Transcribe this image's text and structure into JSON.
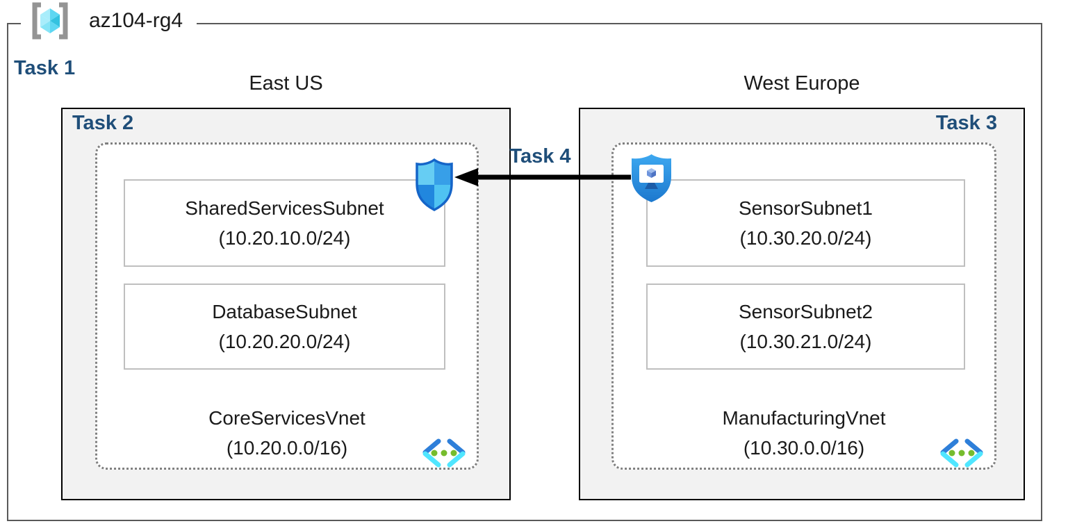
{
  "resource_group": {
    "name": "az104-rg4",
    "task_label": "Task 1",
    "icon": "resource-group-icon"
  },
  "regions": [
    {
      "name": "East US",
      "task_label": "Task 2",
      "vnet": {
        "name": "CoreServicesVnet",
        "address_space": "(10.20.0.0/16)",
        "icon": "virtual-network-icon",
        "attached_icon": "network-security-shield-icon",
        "subnets": [
          {
            "name": "SharedServicesSubnet",
            "address_range": "(10.20.10.0/24)"
          },
          {
            "name": "DatabaseSubnet",
            "address_range": "(10.20.20.0/24)"
          }
        ]
      }
    },
    {
      "name": "West Europe",
      "task_label": "Task 3",
      "vnet": {
        "name": "ManufacturingVnet",
        "address_space": "(10.30.0.0/16)",
        "icon": "virtual-network-icon",
        "attached_icon": "shielded-virtual-machine-icon",
        "subnets": [
          {
            "name": "SensorSubnet1",
            "address_range": "(10.30.20.0/24)"
          },
          {
            "name": "SensorSubnet2",
            "address_range": "(10.30.21.0/24)"
          }
        ]
      }
    }
  ],
  "connection": {
    "task_label": "Task 4",
    "arrow_direction": "right-to-left"
  },
  "colors": {
    "task_label": "#1F4E79",
    "region_fill": "#F2F2F2",
    "region_border": "#000000",
    "outer_border": "#595959",
    "dotted_border": "#7F7F7F",
    "subnet_border": "#BFBFBF",
    "arrow": "#000000",
    "vnet_icon_blue": "#2E7FD9",
    "vnet_icon_cyan": "#50E6FF",
    "vnet_icon_green": "#76BC2D",
    "shield_border": "#1565C8"
  }
}
